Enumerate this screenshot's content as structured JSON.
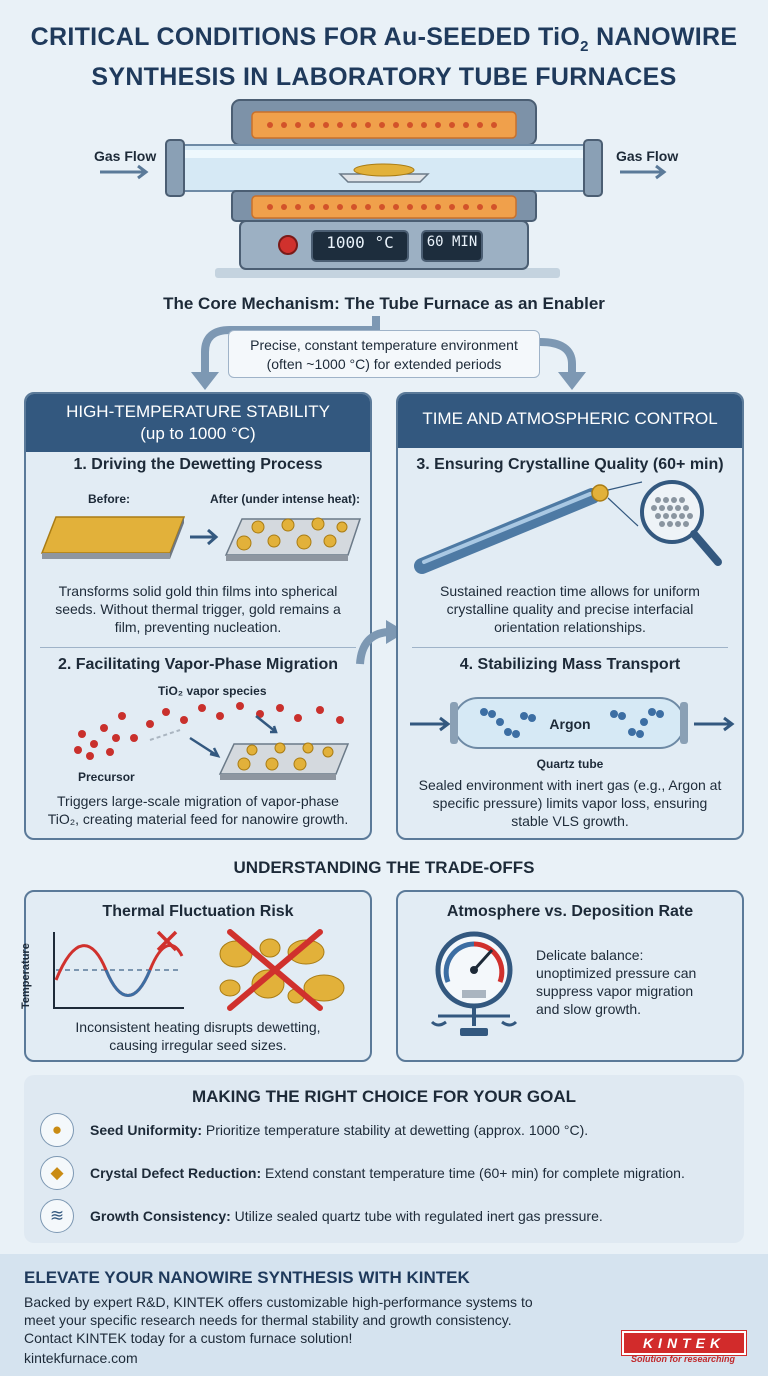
{
  "title": {
    "line1_prefix": "CRITICAL CONDITIONS FOR Au-SEEDED TiO",
    "line1_sub": "2",
    "line1_suffix": " NANOWIRE",
    "line2": "SYNTHESIS IN LABORATORY TUBE FURNACES"
  },
  "furnace": {
    "gas_flow_left": "Gas Flow",
    "gas_flow_right": "Gas Flow",
    "temp_display": "1000 °C",
    "time_display": "60 MIN"
  },
  "core": {
    "heading": "The Core Mechanism: The Tube Furnace as an Enabler",
    "line1": "Precise, constant temperature environment",
    "line2": "(often ~1000 °C) for extended periods"
  },
  "left_panel": {
    "header_line1": "HIGH-TEMPERATURE STABILITY",
    "header_line2": "(up to 1000 °C)",
    "s1_title": "1. Driving the Dewetting Process",
    "before": "Before:",
    "after": "After (under intense heat):",
    "s1_line1": "Transforms solid gold thin films into spherical",
    "s1_line2": "seeds. Without thermal trigger, gold remains a",
    "s1_line3": "film, preventing nucleation.",
    "s2_title": "2. Facilitating Vapor-Phase Migration",
    "vapor_label": "TiO₂ vapor species",
    "precursor": "Precursor",
    "s2_line1": "Triggers large-scale migration of vapor-phase",
    "s2_line2": "TiO₂, creating material feed for nanowire growth."
  },
  "right_panel": {
    "header": "TIME AND ATMOSPHERIC CONTROL",
    "s3_title": "3. Ensuring Crystalline Quality (60+ min)",
    "s3_line1": "Sustained reaction time allows for uniform",
    "s3_line2": "crystalline quality and precise interfacial",
    "s3_line3": "orientation relationships.",
    "s4_title": "4. Stabilizing Mass Transport",
    "argon": "Argon",
    "quartz": "Quartz tube",
    "s4_line1": "Sealed environment with inert gas (e.g., Argon at",
    "s4_line2": "specific pressure) limits vapor loss, ensuring",
    "s4_line3": "stable VLS growth."
  },
  "tradeoffs": {
    "heading": "UNDERSTANDING THE TRADE-OFFS",
    "left_title": "Thermal Fluctuation Risk",
    "temp_axis": "Temperature",
    "left_line1": "Inconsistent heating disrupts dewetting,",
    "left_line2": "causing irregular seed sizes.",
    "right_title": "Atmosphere vs. Deposition Rate",
    "right_line1": "Delicate balance:",
    "right_line2": "unoptimized pressure can",
    "right_line3": "suppress vapor migration",
    "right_line4": "and slow growth."
  },
  "choice": {
    "heading": "MAKING THE RIGHT CHOICE FOR YOUR GOAL",
    "r1_bold": "Seed Uniformity:",
    "r1_text": " Prioritize temperature stability at dewetting (approx. 1000 °C).",
    "r2_bold": "Crystal Defect Reduction:",
    "r2_text": " Extend constant temperature time (60+ min) for complete migration.",
    "r3_bold": "Growth Consistency:",
    "r3_text": " Utilize sealed quartz tube with regulated inert gas pressure."
  },
  "footer": {
    "heading": "ELEVATE YOUR NANOWIRE SYNTHESIS WITH KINTEK",
    "line1": "Backed by expert R&D, KINTEK offers customizable high-performance systems to",
    "line2": "meet your specific research needs for thermal stability and growth consistency.",
    "line3": "Contact KINTEK today for a custom furnace solution!",
    "url": "kintekfurnace.com",
    "logo": "KINTEK",
    "tagline": "Solution for researching"
  },
  "colors": {
    "header_blue": "#33587f",
    "gold": "#e2b13a",
    "red_x": "#d0312d",
    "heater": "#f0a04b"
  }
}
